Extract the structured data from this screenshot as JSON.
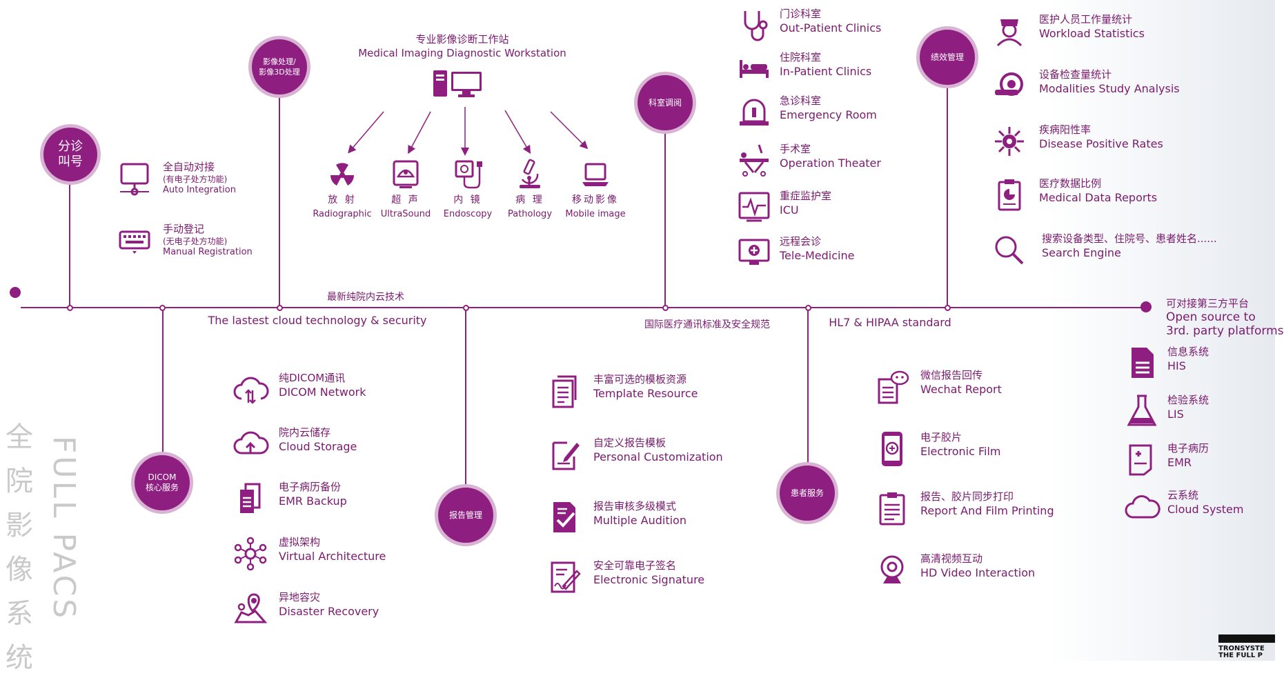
{
  "colors": {
    "accent": "#8e1f80",
    "ring": "#d9b3d3",
    "watermark": "#c9c9c9"
  },
  "circles": {
    "triage": "分诊\n叫号",
    "image_proc": "影像处理/\n影像3D处理",
    "dept_review": "科室调阅",
    "performance": "绩效管理",
    "dicom": "DICOM\n核心服务",
    "report_mgmt": "报告管理",
    "patient_service": "患者服务"
  },
  "triage": {
    "items": [
      {
        "icon": "monitor-icon",
        "zh": "全自动对接",
        "sub": "(有电子处方功能)",
        "en": "Auto Integration"
      },
      {
        "icon": "keyboard-icon",
        "zh": "手动登记",
        "sub": "(无电子处方功能)",
        "en": "Manual Registration"
      }
    ]
  },
  "workstation": {
    "title_zh": "专业影像诊断工作站",
    "title_en": "Medical Imaging Diagnostic Workstation",
    "icon": "workstation-icon",
    "modalities": [
      {
        "icon": "radiation-icon",
        "zh": "放 射",
        "en": "Radiographic"
      },
      {
        "icon": "ultrasound-icon",
        "zh": "超 声",
        "en": "UltraSound"
      },
      {
        "icon": "endoscope-icon",
        "zh": "内 镜",
        "en": "Endoscopy"
      },
      {
        "icon": "microscope-icon",
        "zh": "病 理",
        "en": "Pathology"
      },
      {
        "icon": "laptop-icon",
        "zh": "移动影像",
        "en": "Mobile image"
      }
    ]
  },
  "departments": [
    {
      "icon": "stethoscope-icon",
      "zh": "门诊科室",
      "en": "Out-Patient Clinics"
    },
    {
      "icon": "bed-icon",
      "zh": "住院科室",
      "en": "In-Patient Clinics"
    },
    {
      "icon": "alarm-icon",
      "zh": "急诊科室",
      "en": "Emergency Room"
    },
    {
      "icon": "surgery-icon",
      "zh": "手术室",
      "en": "Operation Theater"
    },
    {
      "icon": "ecg-icon",
      "zh": "重症监护室",
      "en": "ICU"
    },
    {
      "icon": "telemedicine-icon",
      "zh": "远程会诊",
      "en": "Tele-Medicine"
    }
  ],
  "performance": [
    {
      "icon": "nurse-icon",
      "zh": "医护人员工作量统计",
      "en": "Workload Statistics"
    },
    {
      "icon": "scanner-icon",
      "zh": "设备检查量统计",
      "en": "Modalities Study Analysis"
    },
    {
      "icon": "virus-icon",
      "zh": "疾病阳性率",
      "en": "Disease Positive Rates"
    },
    {
      "icon": "clipboard-chart-icon",
      "zh": "医疗数据比例",
      "en": "Medical Data Reports"
    },
    {
      "icon": "search-icon",
      "zh": "搜索设备类型、住院号、患者姓名......",
      "en": "Search Engine"
    }
  ],
  "timeline": {
    "cloud_zh": "最新纯院内云技术",
    "cloud_en": "The lastest cloud technology & security",
    "std_zh": "国际医疗通讯标准及安全规范",
    "std_en": "HL7 & HIPAA standard"
  },
  "third_party": {
    "zh": "可对接第三方平台",
    "en_line1": "Open source to",
    "en_line2": "3rd. party platforms",
    "items": [
      {
        "icon": "document-icon",
        "zh": "信息系统",
        "en": "HIS"
      },
      {
        "icon": "flask-icon",
        "zh": "检验系统",
        "en": "LIS"
      },
      {
        "icon": "medical-record-icon",
        "zh": "电子病历",
        "en": "EMR"
      },
      {
        "icon": "cloud-icon",
        "zh": "云系统",
        "en": "Cloud System"
      }
    ]
  },
  "dicom": [
    {
      "icon": "cloud-network-icon",
      "zh": "纯DICOM通讯",
      "en": "DICOM Network"
    },
    {
      "icon": "cloud-upload-icon",
      "zh": "院内云储存",
      "en": "Cloud Storage"
    },
    {
      "icon": "backup-icon",
      "zh": "电子病历备份",
      "en": "EMR Backup"
    },
    {
      "icon": "network-icon",
      "zh": "虚拟架构",
      "en": "Virtual Architecture"
    },
    {
      "icon": "map-pin-icon",
      "zh": "异地容灾",
      "en": "Disaster Recovery"
    }
  ],
  "report": [
    {
      "icon": "template-icon",
      "zh": "丰富可选的模板资源",
      "en": "Template Resource"
    },
    {
      "icon": "edit-document-icon",
      "zh": "自定义报告模板",
      "en": "Personal Customization"
    },
    {
      "icon": "approve-icon",
      "zh": "报告审核多级模式",
      "en": "Multiple Audition"
    },
    {
      "icon": "signature-icon",
      "zh": "安全可靠电子签名",
      "en": "Electronic Signature"
    }
  ],
  "patient": [
    {
      "icon": "wechat-report-icon",
      "zh": "微信报告回传",
      "en": "Wechat Report"
    },
    {
      "icon": "phone-film-icon",
      "zh": "电子胶片",
      "en": "Electronic Film"
    },
    {
      "icon": "print-icon",
      "zh": "报告、胶片同步打印",
      "en": "Report And Film Printing"
    },
    {
      "icon": "webcam-icon",
      "zh": "高清视频互动",
      "en": "HD Video Interaction"
    }
  ],
  "watermark": {
    "zh": "全院影像系统",
    "en": "FULL PACS"
  },
  "brand": {
    "line1": "TRONSYSTE",
    "line2": "THE FULL P"
  }
}
